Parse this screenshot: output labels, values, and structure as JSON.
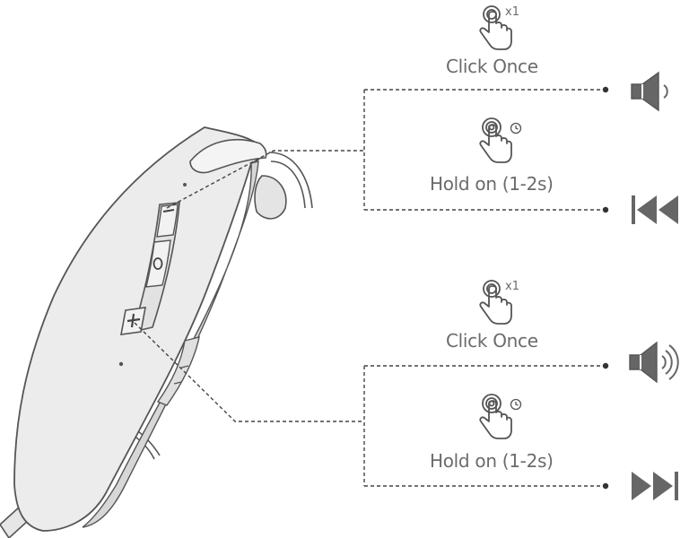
{
  "colors": {
    "stroke": "#555555",
    "fill_light": "#ebebeb",
    "fill_mid": "#d4d4d4",
    "text": "#6b6b6b"
  },
  "device": {
    "minus_symbol": "–",
    "center_symbol": "O",
    "plus_symbol": "+"
  },
  "controls": {
    "minus": {
      "click": {
        "label": "Click Once",
        "badge": "x1",
        "gesture_icon": "tap-once-icon",
        "action_icon": "volume-down-icon"
      },
      "hold": {
        "label": "Hold on (1-2s)",
        "gesture_icon": "press-hold-icon",
        "action_icon": "previous-track-icon"
      }
    },
    "plus": {
      "click": {
        "label": "Click Once",
        "badge": "x1",
        "gesture_icon": "tap-once-icon",
        "action_icon": "volume-up-icon"
      },
      "hold": {
        "label": "Hold on (1-2s)",
        "gesture_icon": "press-hold-icon",
        "action_icon": "next-track-icon"
      }
    }
  }
}
